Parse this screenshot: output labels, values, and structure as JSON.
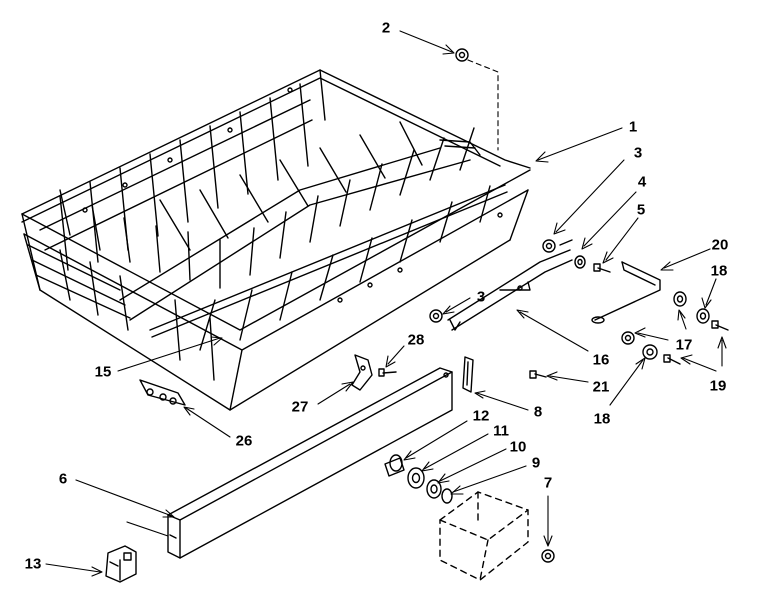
{
  "callouts": [
    {
      "id": "c2",
      "text": "2"
    },
    {
      "id": "c1",
      "text": "1"
    },
    {
      "id": "c3a",
      "text": "3"
    },
    {
      "id": "c4",
      "text": "4"
    },
    {
      "id": "c5",
      "text": "5"
    },
    {
      "id": "c20",
      "text": "20"
    },
    {
      "id": "c18a",
      "text": "18"
    },
    {
      "id": "c3b",
      "text": "3"
    },
    {
      "id": "c28",
      "text": "28"
    },
    {
      "id": "c16",
      "text": "16"
    },
    {
      "id": "c17",
      "text": "17"
    },
    {
      "id": "c19",
      "text": "19"
    },
    {
      "id": "c15",
      "text": "15"
    },
    {
      "id": "c21",
      "text": "21"
    },
    {
      "id": "c18b",
      "text": "18"
    },
    {
      "id": "c27",
      "text": "27"
    },
    {
      "id": "c8",
      "text": "8"
    },
    {
      "id": "c26",
      "text": "26"
    },
    {
      "id": "c12",
      "text": "12"
    },
    {
      "id": "c11",
      "text": "11"
    },
    {
      "id": "c10",
      "text": "10"
    },
    {
      "id": "c9",
      "text": "9"
    },
    {
      "id": "c6",
      "text": "6"
    },
    {
      "id": "c7",
      "text": "7"
    },
    {
      "id": "c13",
      "text": "13"
    }
  ]
}
